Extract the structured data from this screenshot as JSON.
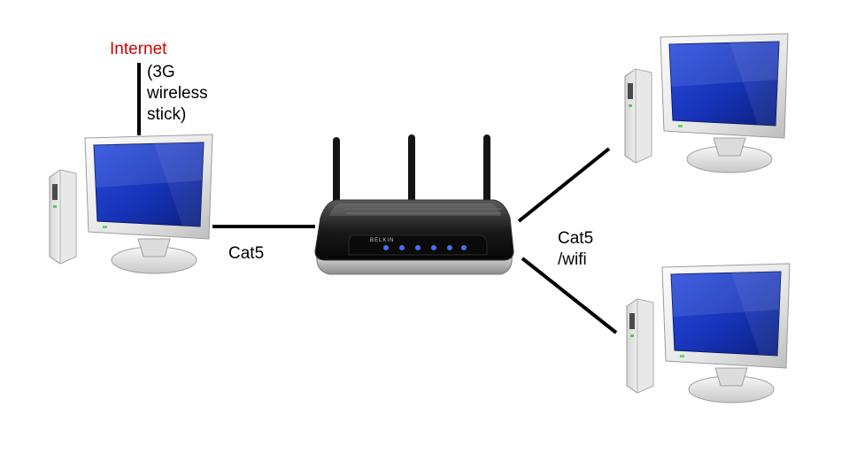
{
  "labels": {
    "internet": "Internet",
    "uplink_lines": [
      "(3G",
      "wireless",
      "stick)"
    ],
    "link_left": "Cat5",
    "link_right_lines": [
      "Cat5",
      "/wifi"
    ],
    "router_brand": "BELKIN"
  },
  "nodes": [
    {
      "id": "computer-left",
      "icon": "desktop-computer-icon"
    },
    {
      "id": "router",
      "icon": "wireless-router-icon"
    },
    {
      "id": "computer-top-right",
      "icon": "desktop-computer-icon"
    },
    {
      "id": "computer-bottom-right",
      "icon": "desktop-computer-icon"
    }
  ],
  "links": [
    {
      "from": "internet",
      "to": "computer-left"
    },
    {
      "from": "computer-left",
      "to": "router"
    },
    {
      "from": "router",
      "to": "computer-top-right"
    },
    {
      "from": "router",
      "to": "computer-bottom-right"
    }
  ],
  "colors": {
    "internet_label": "#d40000",
    "screen_blue": "#1633b8",
    "line": "#000000"
  }
}
